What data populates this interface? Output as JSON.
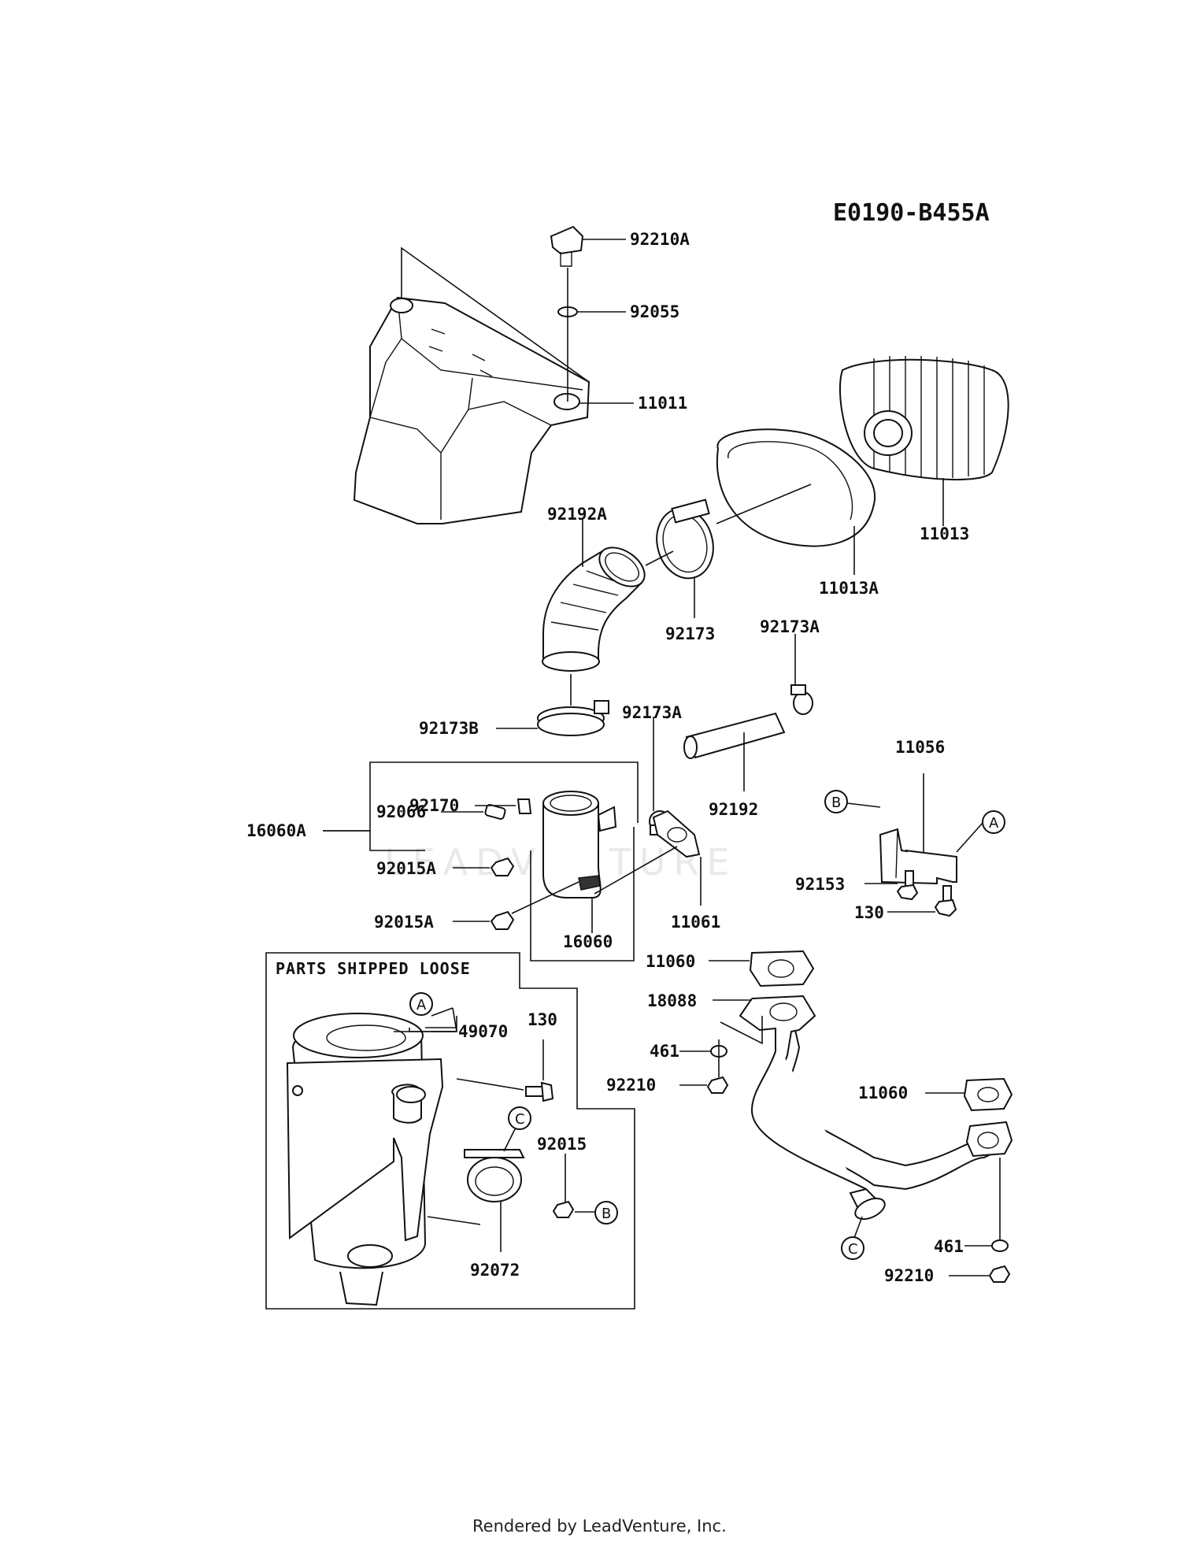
{
  "diagram_code": "E0190-B455A",
  "loose_box_title": "PARTS SHIPPED LOOSE",
  "footer": "Rendered by LeadVenture, Inc.",
  "watermark": "LEADVENTURE",
  "callouts": {
    "a": "A",
    "b": "B",
    "c": "C"
  },
  "part_labels": {
    "p92210A": "92210A",
    "p92055": "92055",
    "p11011": "11011",
    "p11013": "11013",
    "p92192A": "92192A",
    "p11013A": "11013A",
    "p92173": "92173",
    "p92173A_top": "92173A",
    "p92173A_mid": "92173A",
    "p92173B": "92173B",
    "p16060A": "16060A",
    "p92066": "92066",
    "p92170": "92170",
    "p92192": "92192",
    "p11056": "11056",
    "p92015A_1": "92015A",
    "p92015A_2": "92015A",
    "p16060": "16060",
    "p11061": "11061",
    "p92153": "92153",
    "p130_right": "130",
    "p11060_top": "11060",
    "p18088": "18088",
    "p49070": "49070",
    "p130_loose": "130",
    "p461_left": "461",
    "p92210_left": "92210",
    "p11060_right": "11060",
    "p92015": "92015",
    "p92072": "92072",
    "p461_right": "461",
    "p92210_right": "92210"
  }
}
